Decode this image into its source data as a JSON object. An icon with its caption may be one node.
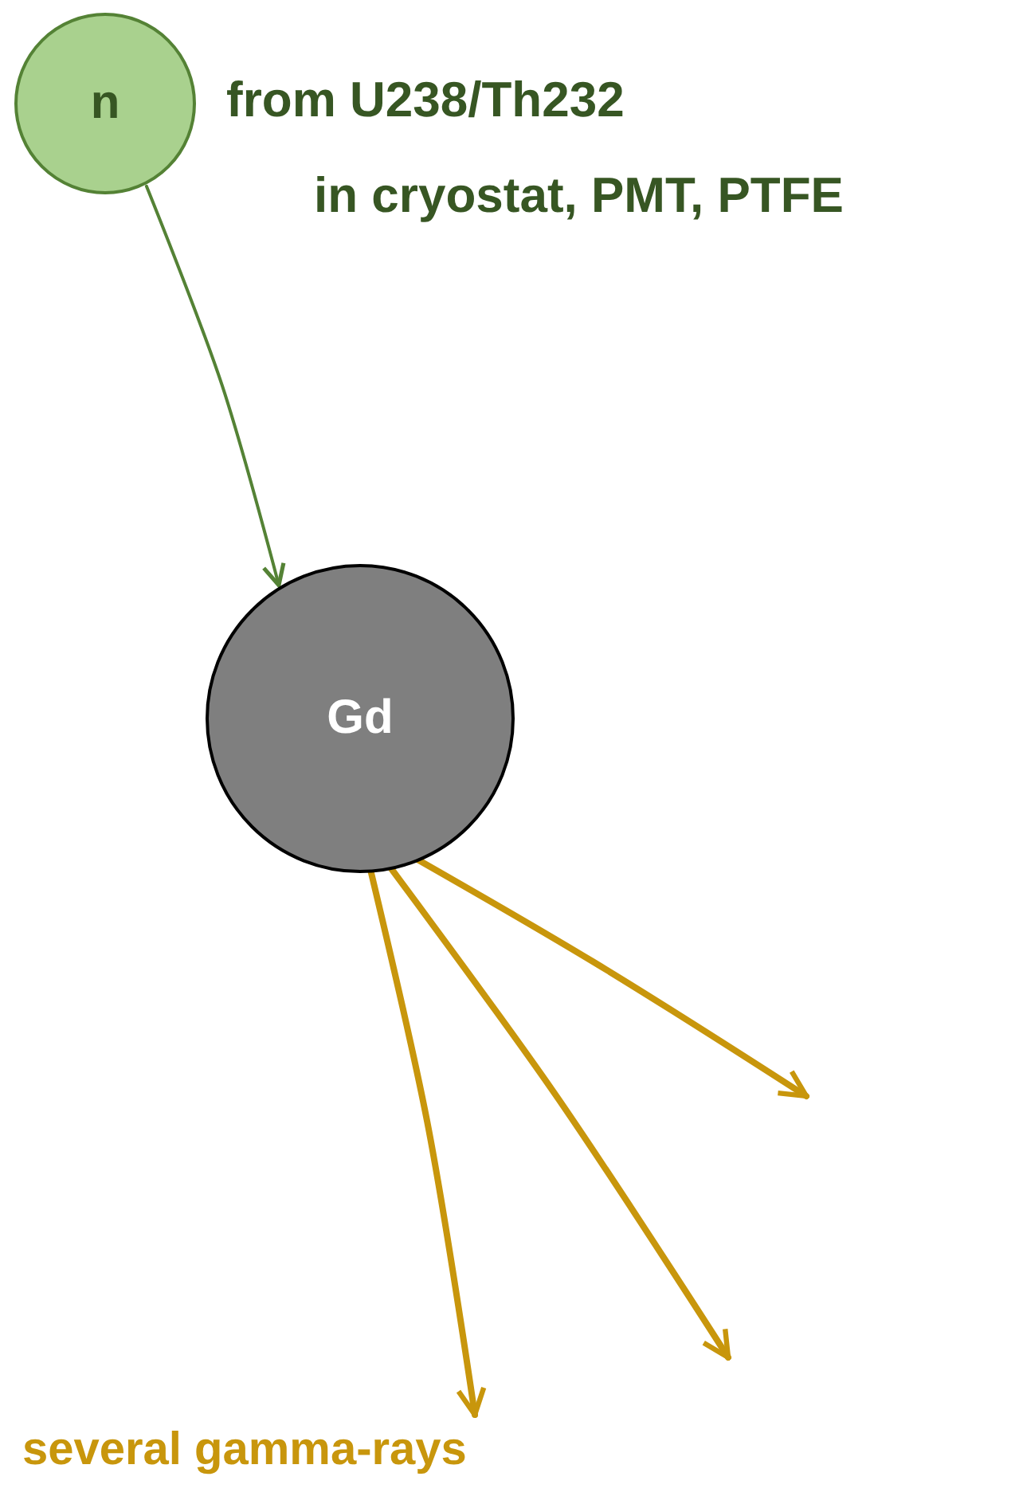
{
  "diagram": {
    "nodes": [
      {
        "text": [
          "n"
        ],
        "beside": [
          "from U238/Th232",
          "in cryostat, PMT, PTFE"
        ]
      },
      {
        "text": [
          "Gd"
        ]
      },
      {
        "text": [
          "several gamma-rays"
        ]
      }
    ],
    "edges": [
      {
        "from": 0,
        "to": 1,
        "arrow": "to",
        "color": "#548235"
      },
      {
        "from": 1,
        "to": 2,
        "arrow": "to",
        "color": "#c8960c"
      },
      {
        "from": 1,
        "to": null,
        "arrow": "to",
        "color": "#c8960c"
      },
      {
        "from": 1,
        "to": null,
        "arrow": "to",
        "color": "#c8960c"
      }
    ]
  }
}
